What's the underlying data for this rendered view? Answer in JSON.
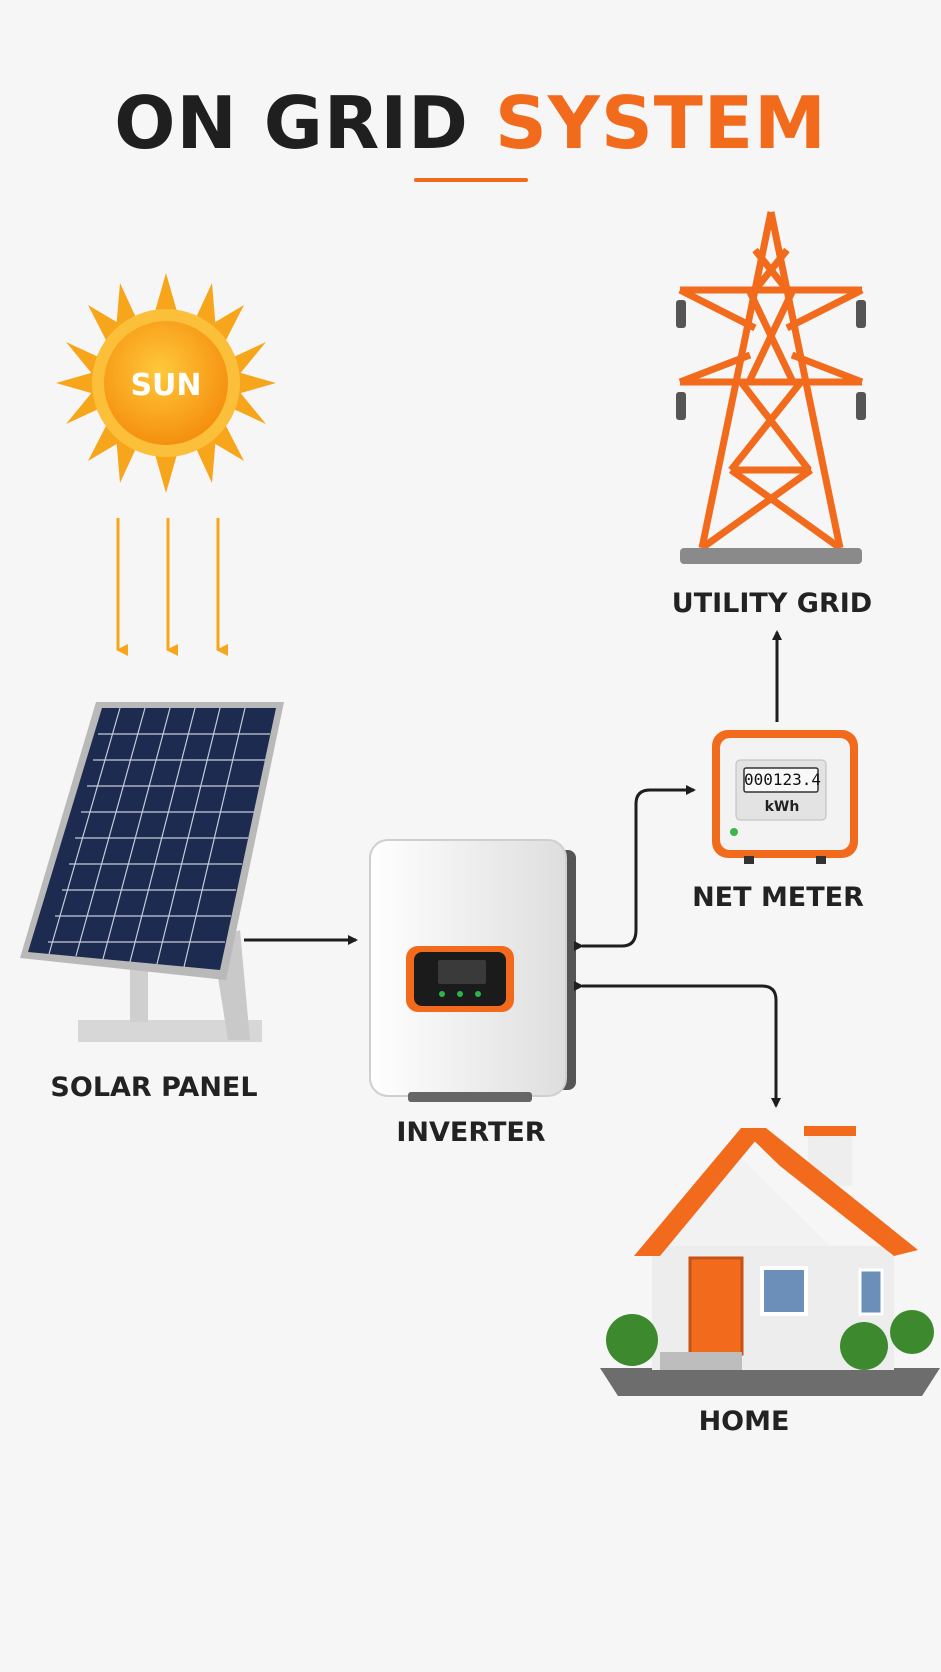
{
  "title": {
    "part1": "ON GRID",
    "part2": "SYSTEM",
    "dark_color": "#1f1f1f",
    "accent_color": "#f26b1d"
  },
  "nodes": {
    "sun": {
      "label": "SUN",
      "icon": "sun-icon"
    },
    "solar_panel": {
      "label": "SOLAR PANEL",
      "icon": "solar-panel-icon"
    },
    "inverter": {
      "label": "INVERTER",
      "icon": "inverter-icon"
    },
    "net_meter": {
      "label": "NET METER",
      "icon": "net-meter-icon",
      "reading": "000123.4",
      "unit": "kWh"
    },
    "utility_grid": {
      "label": "UTILITY GRID",
      "icon": "transmission-tower-icon"
    },
    "home": {
      "label": "HOME",
      "icon": "house-icon"
    }
  },
  "edges": [
    {
      "from": "sun",
      "to": "solar_panel",
      "type": "sunlight"
    },
    {
      "from": "solar_panel",
      "to": "inverter",
      "type": "one-way"
    },
    {
      "from": "inverter",
      "to": "net_meter",
      "type": "two-way"
    },
    {
      "from": "net_meter",
      "to": "utility_grid",
      "type": "one-way"
    },
    {
      "from": "inverter",
      "to": "home",
      "type": "two-way"
    }
  ]
}
